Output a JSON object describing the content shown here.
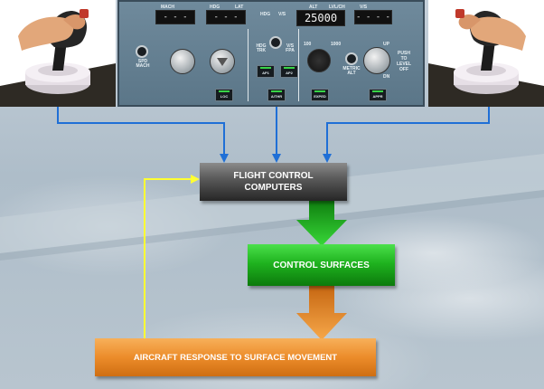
{
  "diagram": {
    "nodes": {
      "flight_control_computers": "FLIGHT CONTROL COMPUTERS",
      "control_surfaces": "CONTROL SURFACES",
      "aircraft_response": "AIRCRAFT RESPONSE TO SURFACE MOVEMENT"
    },
    "colors": {
      "flight_control_computers": "#3a3a3a",
      "control_surfaces": "#1fb31f",
      "aircraft_response": "#ec8c2a",
      "input_lines": "#1f6fd6",
      "feedback_line": "#ffff33",
      "flow_arrow_green": "#22c022",
      "flow_arrow_orange": "#ee8a26"
    },
    "inputs": [
      "left-sidestick",
      "autopilot-panel",
      "right-sidestick"
    ]
  },
  "panel": {
    "mach_label": "MACH",
    "hdg_label": "HDG",
    "lat_label": "LAT",
    "hdg_vs_label": "HDG",
    "vs_label": "V/S",
    "alt_label": "ALT",
    "lvl_ch_label": "LVL/CH",
    "vs2_label": "V/S",
    "spd_display": "- - -",
    "hdg_display": "- - -",
    "alt_display": "25000",
    "vs_display": "- - - -",
    "spd_mach_label": "SPD MACH",
    "hdg_trk_label": "HDG TRK",
    "vs_fpa_label": "V/S FPA",
    "metric_alt_label": "METRIC ALT",
    "range_100": "100",
    "range_1000": "1000",
    "up_label": "UP",
    "dn_label": "DN",
    "push_label": "PUSH TO LEVEL OFF",
    "loc_button": "LOC",
    "ap1_button": "AP1",
    "ap2_button": "AP2",
    "athr_button": "A/THR",
    "exped_button": "EXPED",
    "appr_button": "APPR"
  }
}
